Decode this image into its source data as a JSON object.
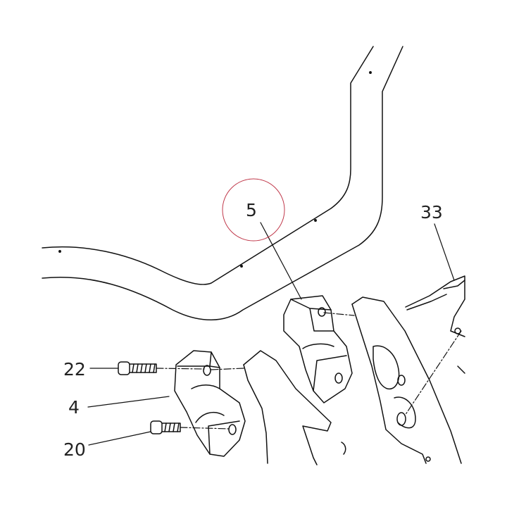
{
  "diagram": {
    "callouts": {
      "part_5": "5",
      "part_33": "33",
      "part_22": "22",
      "part_4": "4",
      "part_20": "20"
    },
    "highlight_color": "#c0394b",
    "line_color": "#111111"
  }
}
